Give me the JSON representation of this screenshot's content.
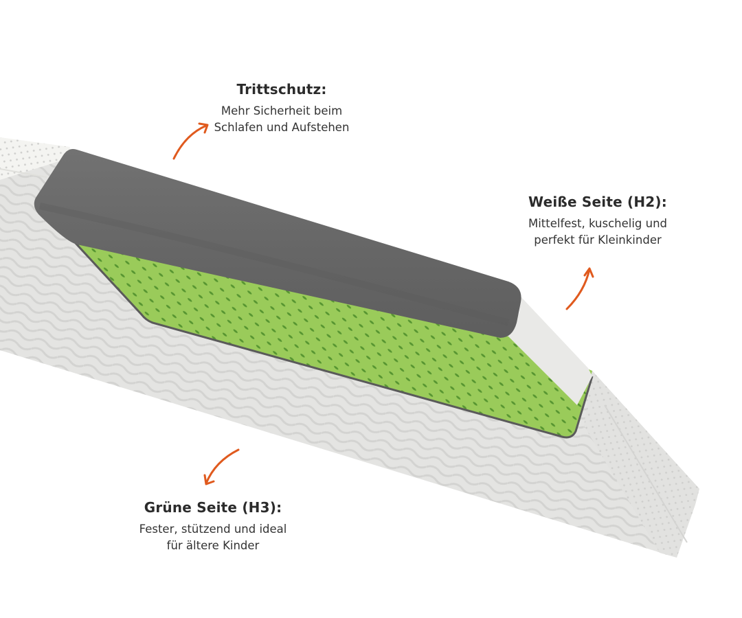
{
  "annotations": [
    {
      "id": "trittschutz",
      "title": "Trittschutz:",
      "lines": [
        "Mehr Sicherheit beim",
        "Schlafen und Aufstehen"
      ]
    },
    {
      "id": "weisse_seite",
      "title": "Weiße Seite (H2):",
      "lines": [
        "Mittelfest, kuschelig und",
        "perfekt für Kleinkinder"
      ]
    },
    {
      "id": "gruene_seite",
      "title": "Grüne Seite (H3):",
      "lines": [
        "Fester, stützend und ideal",
        "für ältere Kinder"
      ]
    }
  ],
  "colors": {
    "arrow": "#e05a1e",
    "bumper_gray": "#6b6b6b",
    "foam_green": "#9acb5a",
    "cover_white": "#e6e6e4",
    "text_dark": "#2b2b2b"
  }
}
